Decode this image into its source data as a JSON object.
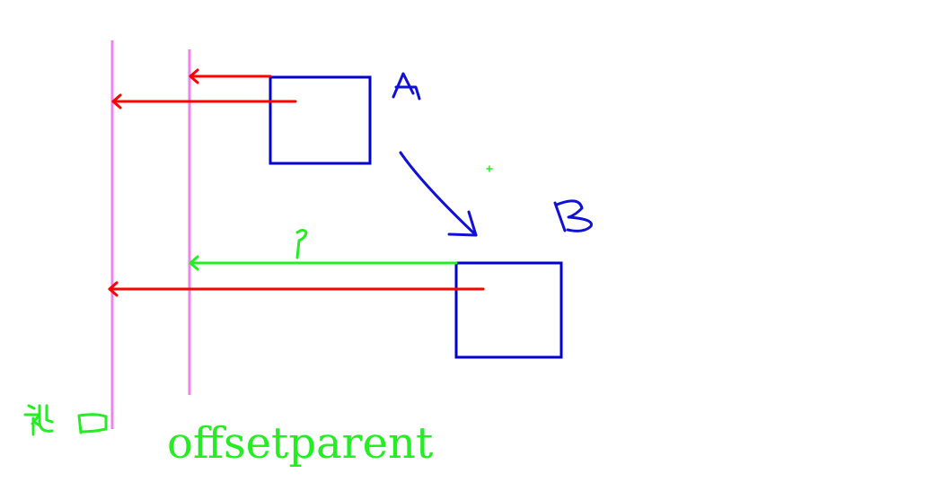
{
  "diagram": {
    "element_a_label": "A",
    "element_b_label": "B",
    "question_mark": "?",
    "viewport_label": "视口",
    "offsetparent_label": "offsetparent"
  },
  "colors": {
    "guide_lines": "#ee82ee",
    "known_distances": "#ff0000",
    "unknown_distance": "#22ee22",
    "elements": "#0000cc"
  }
}
